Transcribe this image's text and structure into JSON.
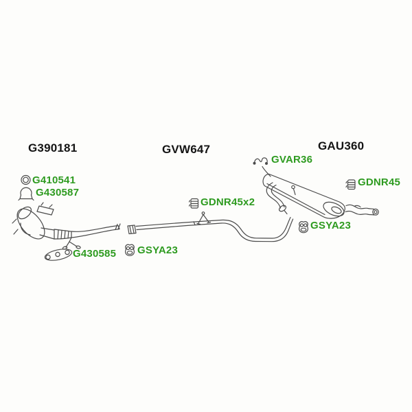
{
  "diagram": {
    "type": "exhaust-system-parts-diagram",
    "background_color": "#fdfdfb",
    "colors": {
      "section_label": "#141414",
      "part_label": "#2e9b20",
      "line_art": "#4a4a4a"
    },
    "sections": [
      {
        "label": "G390181",
        "role": "front-section"
      },
      {
        "label": "GVW647",
        "role": "center-section"
      },
      {
        "label": "GAU360",
        "role": "rear-section"
      }
    ],
    "parts": {
      "gasket_ring": {
        "code": "G410541",
        "icon": "gasket-ring-icon"
      },
      "front_clamp_ring": {
        "code": "G430587",
        "icon": "clamp-ring-icon"
      },
      "flange_gasket": {
        "code": "G430585",
        "icon": "flange-gasket-icon"
      },
      "front_hanger": {
        "code": "GSYA23",
        "icon": "rubber-hanger-icon"
      },
      "center_clamp": {
        "code": "GDNR45x2",
        "icon": "pipe-clamp-icon"
      },
      "rear_hook": {
        "code": "GVAR36",
        "icon": "hanger-hook-icon"
      },
      "rear_clamp": {
        "code": "GDNR45",
        "icon": "pipe-clamp-icon"
      },
      "rear_hanger": {
        "code": "GSYA23",
        "icon": "rubber-hanger-icon"
      }
    }
  }
}
